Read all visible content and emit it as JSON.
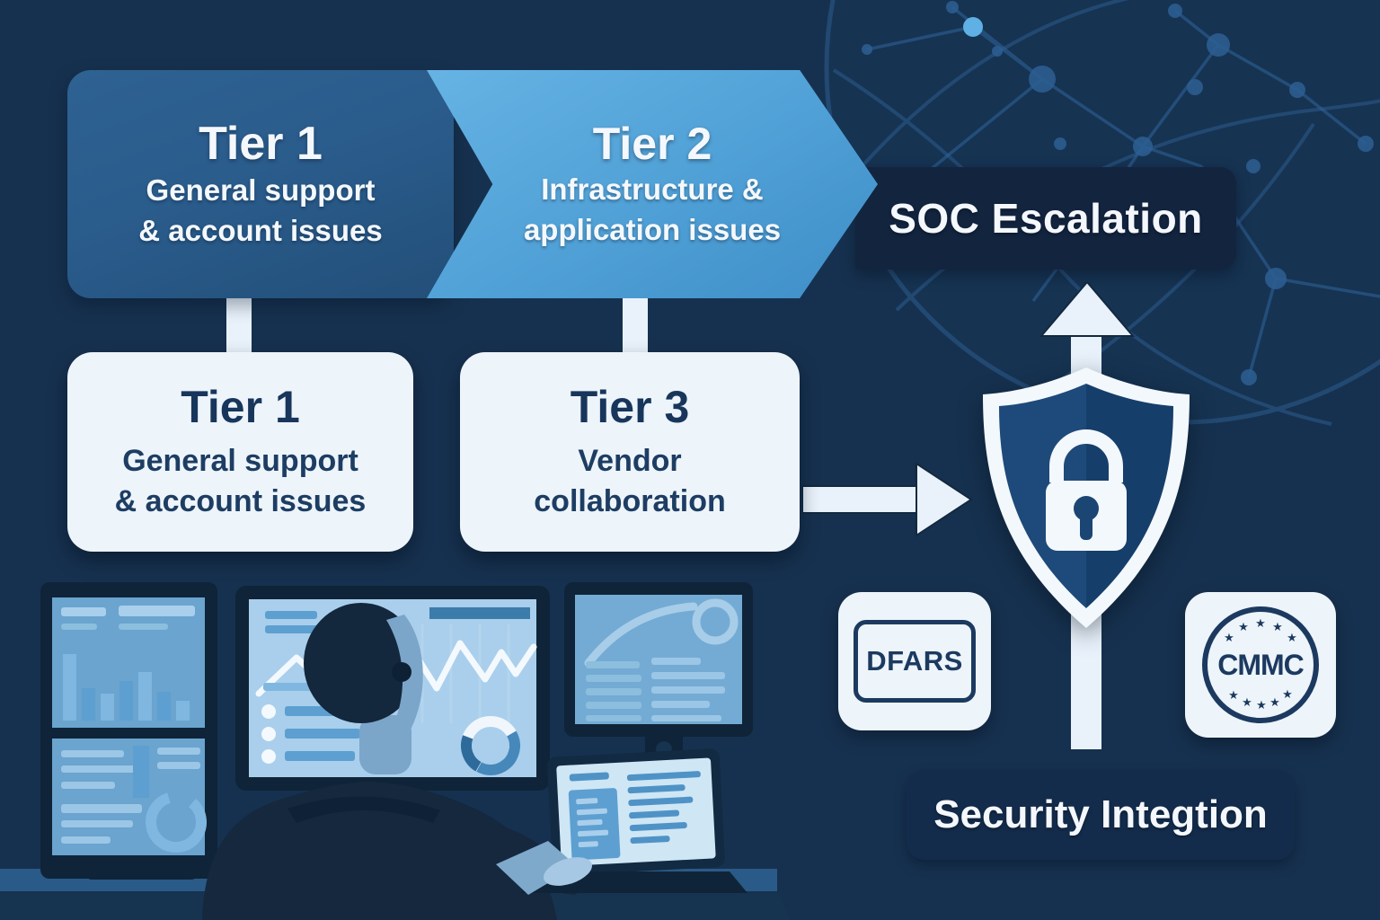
{
  "colors": {
    "background": "#16314F",
    "stage_box": "#2A5C8C",
    "arrow_blue": "#4FA0D6",
    "band_navy": "#13243F",
    "card_white": "#EDF4FA",
    "text_navy": "#1C3A60",
    "connector_light": "#E9F2FB",
    "shield_navy": "#1D4A7A",
    "shield_navy_dark": "#163E6A",
    "label_navy": "#142C4C",
    "text_white": "#F4F8FC"
  },
  "flow": {
    "tier1_stage": {
      "title": "Tier 1",
      "lines": [
        "General support",
        "& account issues"
      ]
    },
    "tier2_stage": {
      "title": "Tier 2",
      "lines": [
        "Infrastructure &",
        "application issues"
      ]
    },
    "soc_label": "SOC Escalation",
    "tier1_card": {
      "title": "Tier 1",
      "lines": [
        "General support",
        "& account issues"
      ]
    },
    "tier3_card": {
      "title": "Tier 3",
      "lines": [
        "Vendor",
        "collaboration"
      ]
    }
  },
  "compliance": {
    "dfars_label": "DFARS",
    "cmmc_label": "CMMC",
    "security_label": "Security Integtion"
  },
  "icons": [
    "network-globe-background",
    "shield-lock-icon",
    "up-arrow-icon",
    "right-arrow-icon",
    "dfars-seal-icon",
    "cmmc-seal-icon",
    "workstation-illustration"
  ]
}
